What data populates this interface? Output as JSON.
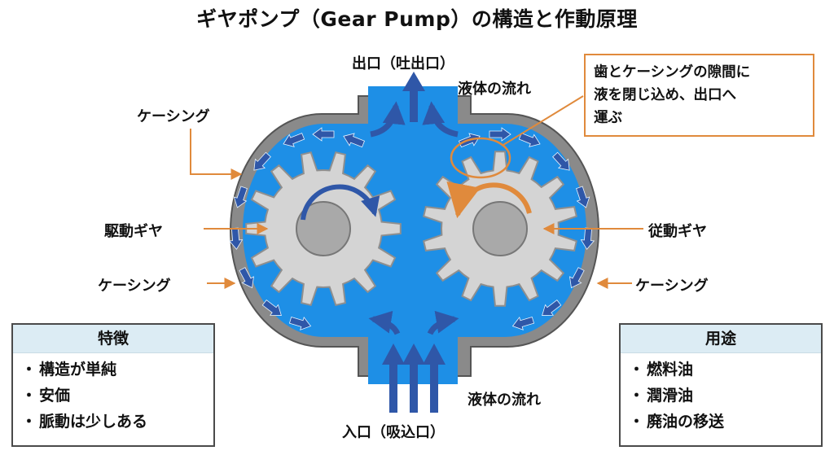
{
  "title": "ギヤポンプ（Gear Pump）の構造と作動原理",
  "labels": {
    "outlet": "出口（吐出口）",
    "inlet": "入口（吸込口）",
    "flow_top": "液体の流れ",
    "flow_bottom": "液体の流れ",
    "casing_top_left": "ケーシング",
    "casing_left": "ケーシング",
    "casing_right": "ケーシング",
    "drive_gear": "駆動ギヤ",
    "driven_gear": "従動ギヤ"
  },
  "callout": {
    "lines": [
      "歯とケーシングの隙間に",
      "液を閉じ込め、出口へ",
      "運ぶ"
    ]
  },
  "features": {
    "heading": "特徴",
    "items": [
      "構造が単純",
      "安価",
      "脈動は少しある"
    ]
  },
  "uses": {
    "heading": "用途",
    "items": [
      "燃料油",
      "潤滑油",
      "廃油の移送"
    ]
  },
  "bullet": "・",
  "colors": {
    "fluid": "#1e8fe6",
    "casing": "#8a8a8a",
    "gear": "#d4d4d4",
    "arrow": "#2f57a8",
    "accent": "#e08a3c",
    "panel_head": "#dcecf4"
  }
}
